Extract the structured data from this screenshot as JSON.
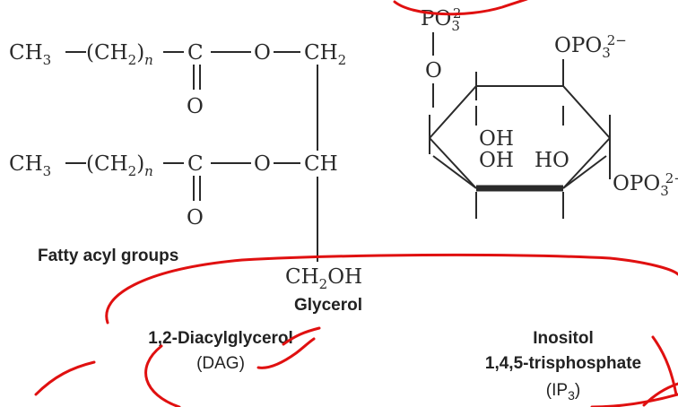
{
  "molecules": {
    "dag": {
      "chain1": {
        "ch3": "CH",
        "ch3_sub": "3",
        "ch2": "(CH",
        "ch2_sub": "2",
        "ch2_close": ")",
        "n": "n",
        "c": "C",
        "o": "O",
        "ch2_end": "CH",
        "ch2_end_sub": "2",
        "carbonyl_o": "O"
      },
      "chain2": {
        "ch3": "CH",
        "ch3_sub": "3",
        "ch2": "(CH",
        "ch2_sub": "2",
        "ch2_close": ")",
        "n": "n",
        "c": "C",
        "o": "O",
        "ch_end": "CH",
        "carbonyl_o": "O"
      },
      "terminal": {
        "ch2": "CH",
        "ch2_sub": "2",
        "oh": "OH"
      },
      "labels": {
        "fatty_acyl": "Fatty acyl groups",
        "glycerol": "Glycerol",
        "name": "1,2-Diacylglycerol",
        "abbr": "(DAG)"
      }
    },
    "ip3": {
      "top_phosphate": {
        "po": "PO",
        "sub": "3",
        "sup": "2−"
      },
      "top_o": "O",
      "right_phosphate": {
        "opo": "OPO",
        "sub": "3",
        "sup": "2−"
      },
      "oh1": "OH",
      "oh2": "OH",
      "ho": "HO",
      "bottom_phosphate": {
        "opo": "OPO",
        "sub": "3",
        "sup": "2−"
      },
      "labels": {
        "name_line1": "Inositol",
        "name_line2": "1,4,5-trisphosphate",
        "abbr_open": "(IP",
        "abbr_sub": "3",
        "abbr_close": ")"
      }
    }
  },
  "annotation_color": "#e01010"
}
